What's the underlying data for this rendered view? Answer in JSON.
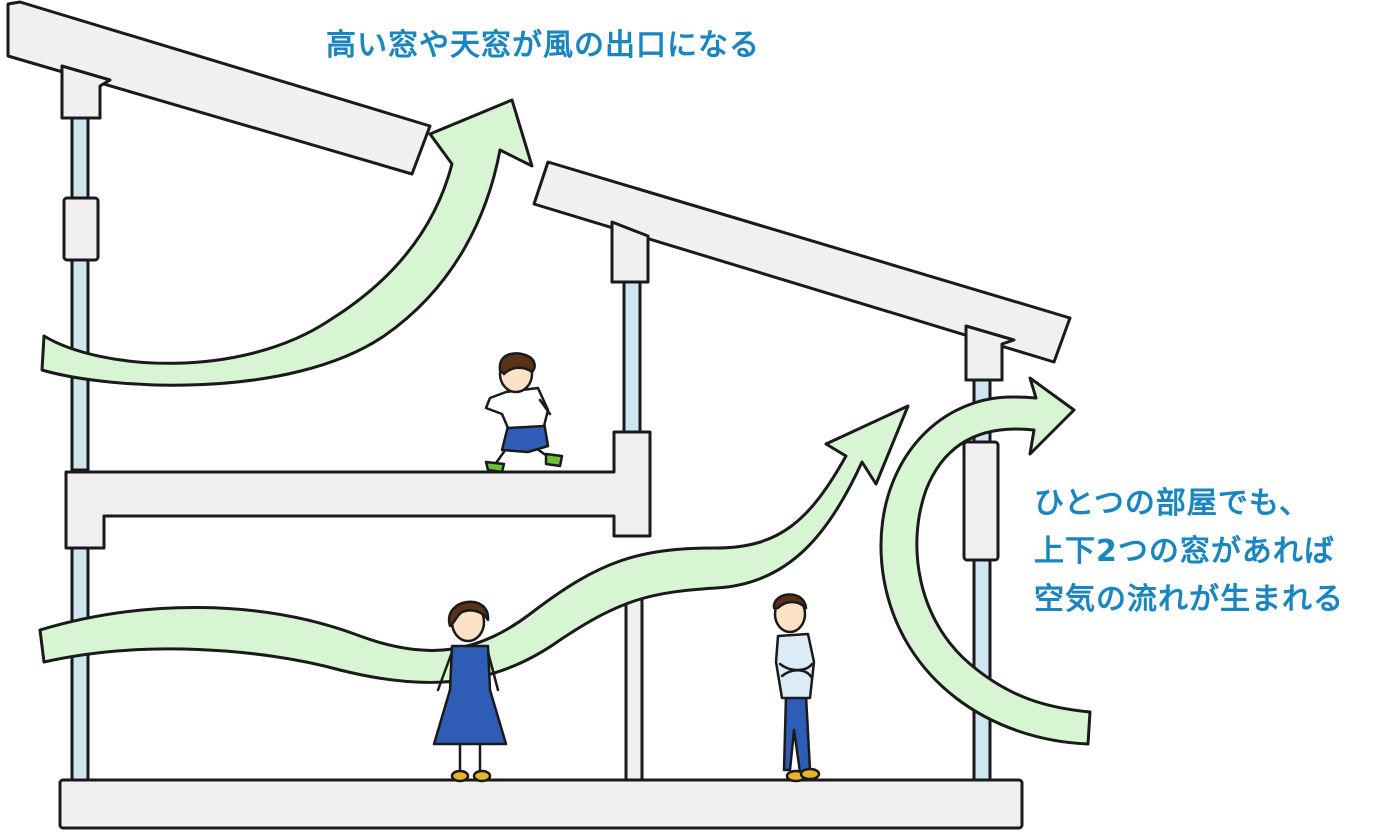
{
  "captions": {
    "top": "高い窓や天窓が風の出口になる",
    "right": [
      "ひとつの部屋でも、",
      "上下2つの窓があれば",
      "空気の流れが生まれる"
    ]
  },
  "colors": {
    "caption": "#1a86c0",
    "structure_fill": "#f0f0f0",
    "outline": "#1a1a1a",
    "window_glass": "#cde6ef",
    "airflow_arrow": "#d8f5d3",
    "skin": "#fde2c8",
    "hair": "#5a3218",
    "blue_clothes": "#2f5db5",
    "shoes": "#e8b52a",
    "child_shoes": "#6bbf3a",
    "shirt": "#ffffff",
    "man_shirt": "#dcecf7"
  }
}
